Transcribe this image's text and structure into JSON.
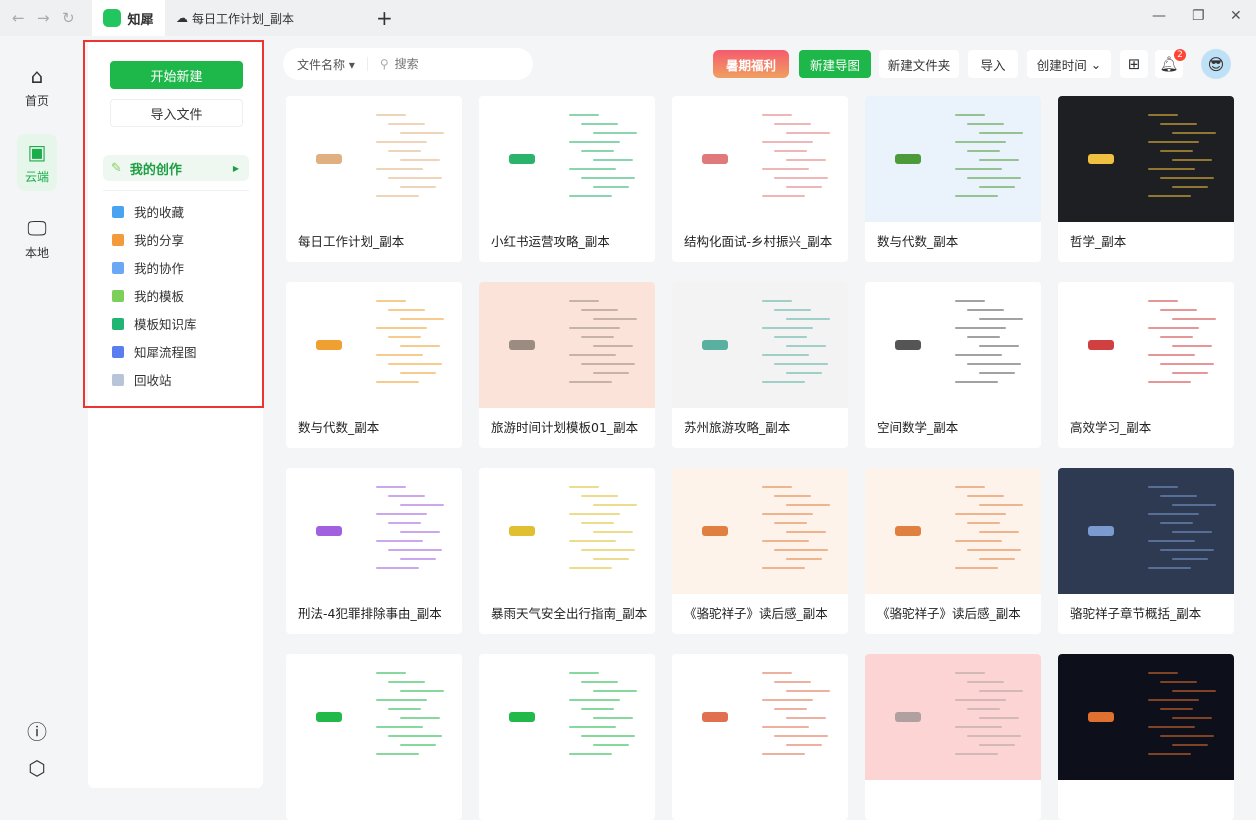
{
  "window": {
    "app_tab": "知犀",
    "doc_tab": "每日工作计划_副本",
    "new_tab": "+"
  },
  "rail": [
    {
      "label": "首页",
      "icon": "home-icon"
    },
    {
      "label": "云端",
      "icon": "cloud-doc-icon",
      "active": true
    },
    {
      "label": "本地",
      "icon": "monitor-icon"
    }
  ],
  "sidebar": {
    "new_label": "开始新建",
    "import_label": "导入文件",
    "mine": "我的创作",
    "items": [
      {
        "label": "我的收藏",
        "color": "#4aa3f0"
      },
      {
        "label": "我的分享",
        "color": "#f59a3a"
      },
      {
        "label": "我的协作",
        "color": "#6aa8f5"
      },
      {
        "label": "我的模板",
        "color": "#7ccf5a"
      },
      {
        "label": "模板知识库",
        "color": "#21b573"
      },
      {
        "label": "知犀流程图",
        "color": "#5a7ef0"
      },
      {
        "label": "回收站",
        "color": "#b8c4d8"
      }
    ]
  },
  "toolbar": {
    "filter": "文件名称",
    "search_placeholder": "搜索",
    "promo": "暑期福利",
    "new_map": "新建导图",
    "new_folder": "新建文件夹",
    "import": "导入",
    "sort": "创建时间",
    "notifications": "2"
  },
  "accent": "#1eb74a",
  "cards": [
    {
      "title": "每日工作计划_副本",
      "bg": "#ffffff",
      "fg": "#e0b080"
    },
    {
      "title": "小红书运营攻略_副本",
      "bg": "#ffffff",
      "fg": "#2bb36b"
    },
    {
      "title": "结构化面试-乡村振兴_副本",
      "bg": "#ffffff",
      "fg": "#e07a7a"
    },
    {
      "title": "数与代数_副本",
      "bg": "#eaf2fb",
      "fg": "#4c9a3a"
    },
    {
      "title": "哲学_副本",
      "bg": "#1e1f22",
      "fg": "#f0c040"
    },
    {
      "title": "数与代数_副本",
      "bg": "#ffffff",
      "fg": "#f0a030"
    },
    {
      "title": "旅游时间计划模板01_副本",
      "bg": "#fbe3da",
      "fg": "#9a8c80"
    },
    {
      "title": "苏州旅游攻略_副本",
      "bg": "#f3f3f3",
      "fg": "#5ab0a0"
    },
    {
      "title": "空间数学_副本",
      "bg": "#ffffff",
      "fg": "#555555"
    },
    {
      "title": "高效学习_副本",
      "bg": "#ffffff",
      "fg": "#d04040"
    },
    {
      "title": "刑法-4犯罪排除事由_副本",
      "bg": "#ffffff",
      "fg": "#a060e0"
    },
    {
      "title": "暴雨天气安全出行指南_副本",
      "bg": "#ffffff",
      "fg": "#e0c030"
    },
    {
      "title": "《骆驼祥子》读后感_副本",
      "bg": "#fdf3ea",
      "fg": "#e08040"
    },
    {
      "title": "《骆驼祥子》读后感_副本",
      "bg": "#fdf3ea",
      "fg": "#e08040"
    },
    {
      "title": "骆驼祥子章节概括_副本",
      "bg": "#2d3a52",
      "fg": "#7a9ad0"
    },
    {
      "title": "",
      "bg": "#ffffff",
      "fg": "#22b84a"
    },
    {
      "title": "",
      "bg": "#ffffff",
      "fg": "#22b84a"
    },
    {
      "title": "",
      "bg": "#ffffff",
      "fg": "#e07050"
    },
    {
      "title": "",
      "bg": "#fdd4d4",
      "fg": "#b0a0a0"
    },
    {
      "title": "",
      "bg": "#0d0f1a",
      "fg": "#e07030"
    }
  ]
}
